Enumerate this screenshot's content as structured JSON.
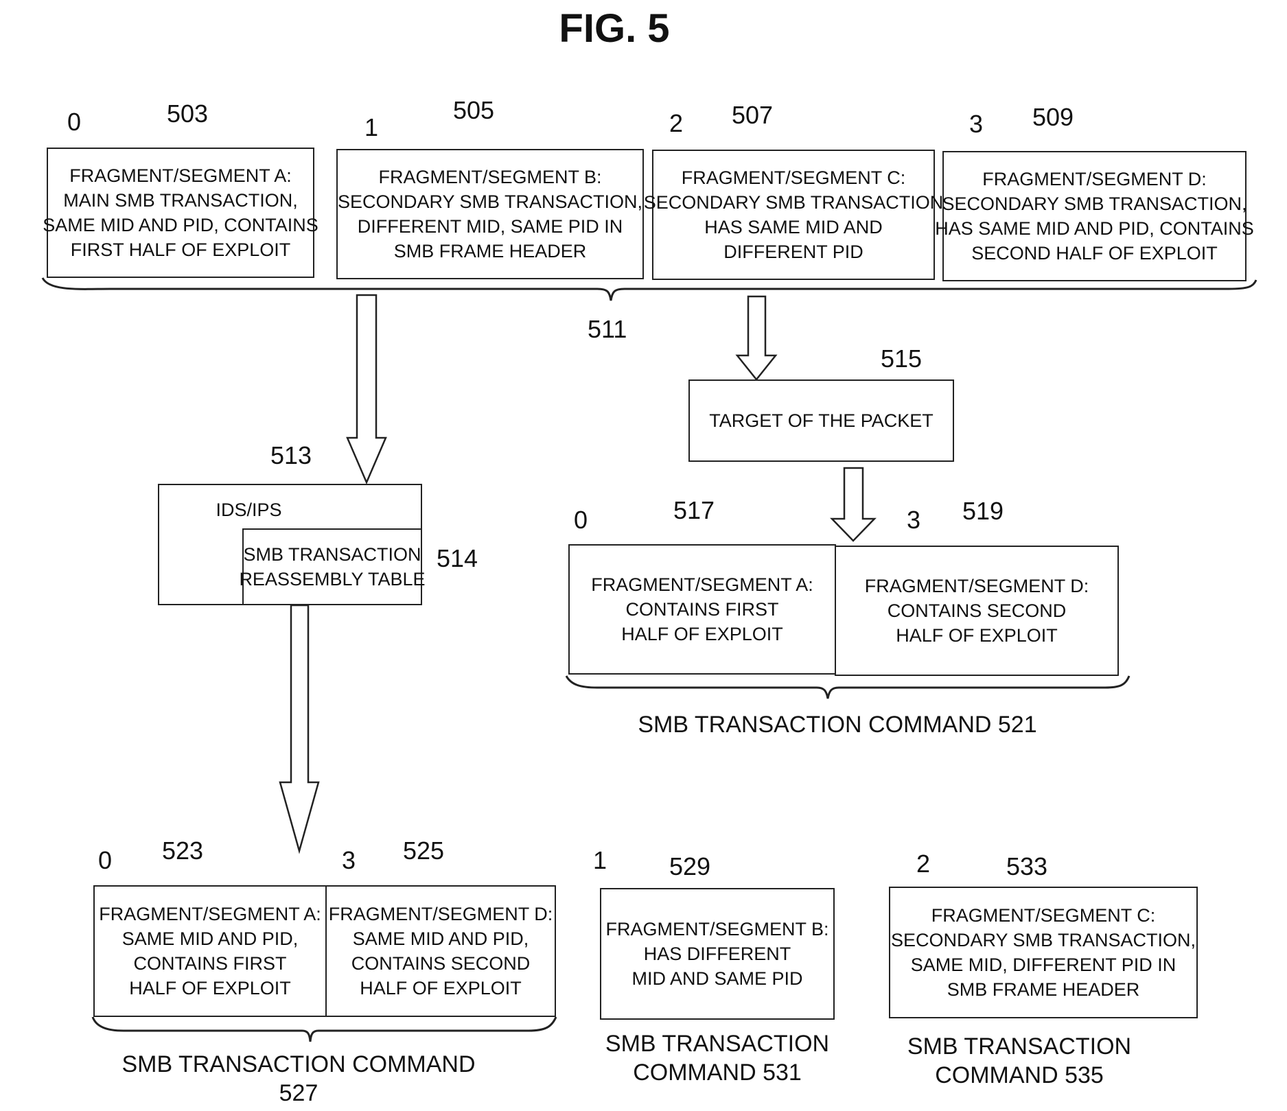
{
  "figure": {
    "title": "FIG. 5"
  },
  "top_row": [
    {
      "index": "0",
      "ref": "503",
      "lines": [
        "FRAGMENT/SEGMENT A:",
        "MAIN SMB TRANSACTION,",
        "SAME MID AND PID,  CONTAINS",
        "FIRST HALF OF EXPLOIT"
      ]
    },
    {
      "index": "1",
      "ref": "505",
      "lines": [
        "FRAGMENT/SEGMENT B:",
        "SECONDARY SMB TRANSACTION,",
        "DIFFERENT MID, SAME PID  IN",
        "SMB FRAME HEADER"
      ]
    },
    {
      "index": "2",
      "ref": "507",
      "lines": [
        "FRAGMENT/SEGMENT C:",
        "SECONDARY SMB TRANSACTION",
        "HAS SAME MID AND",
        "DIFFERENT PID"
      ]
    },
    {
      "index": "3",
      "ref": "509",
      "lines": [
        "FRAGMENT/SEGMENT D:",
        "SECONDARY SMB TRANSACTION,",
        "HAS  SAME MID AND PID, CONTAINS",
        "SECOND HALF OF EXPLOIT"
      ]
    }
  ],
  "brace_511": {
    "ref": "511"
  },
  "target": {
    "ref": "515",
    "label": "TARGET OF THE PACKET"
  },
  "ids": {
    "ref": "513",
    "label": "IDS/IPS",
    "table_ref": "514",
    "table_lines": [
      "SMB TRANSACTION",
      "REASSEMBLY TABLE"
    ]
  },
  "target_output": {
    "fragments": [
      {
        "index": "0",
        "ref": "517",
        "lines": [
          "FRAGMENT/SEGMENT A:",
          "CONTAINS  FIRST",
          "HALF OF EXPLOIT"
        ]
      },
      {
        "index": "3",
        "ref": "519",
        "lines": [
          "FRAGMENT/SEGMENT D:",
          "CONTAINS SECOND",
          "HALF OF EXPLOIT"
        ]
      }
    ],
    "caption": "SMB TRANSACTION COMMAND 521"
  },
  "ids_output": {
    "fragments": [
      {
        "index": "0",
        "ref": "523",
        "lines": [
          "FRAGMENT/SEGMENT A:",
          "SAME MID AND PID,",
          "CONTAINS  FIRST",
          "HALF OF EXPLOIT"
        ]
      },
      {
        "index": "3",
        "ref": "525",
        "lines": [
          "FRAGMENT/SEGMENT D:",
          "SAME MID AND PID,",
          "CONTAINS SECOND",
          "HALF OF EXPLOIT"
        ]
      }
    ],
    "caption": "SMB TRANSACTION COMMAND 527"
  },
  "command_531": {
    "index": "1",
    "ref": "529",
    "lines": [
      "FRAGMENT/SEGMENT B:",
      "HAS  DIFFERENT",
      "MID AND SAME PID"
    ],
    "caption_lines": [
      "SMB TRANSACTION",
      "COMMAND 531"
    ]
  },
  "command_535": {
    "index": "2",
    "ref": "533",
    "lines": [
      "FRAGMENT/SEGMENT C:",
      "SECONDARY SMB TRANSACTION,",
      "SAME MID, DIFFERENT PID  IN",
      "SMB FRAME HEADER"
    ],
    "caption_lines": [
      "SMB TRANSACTION",
      "COMMAND 535"
    ]
  }
}
